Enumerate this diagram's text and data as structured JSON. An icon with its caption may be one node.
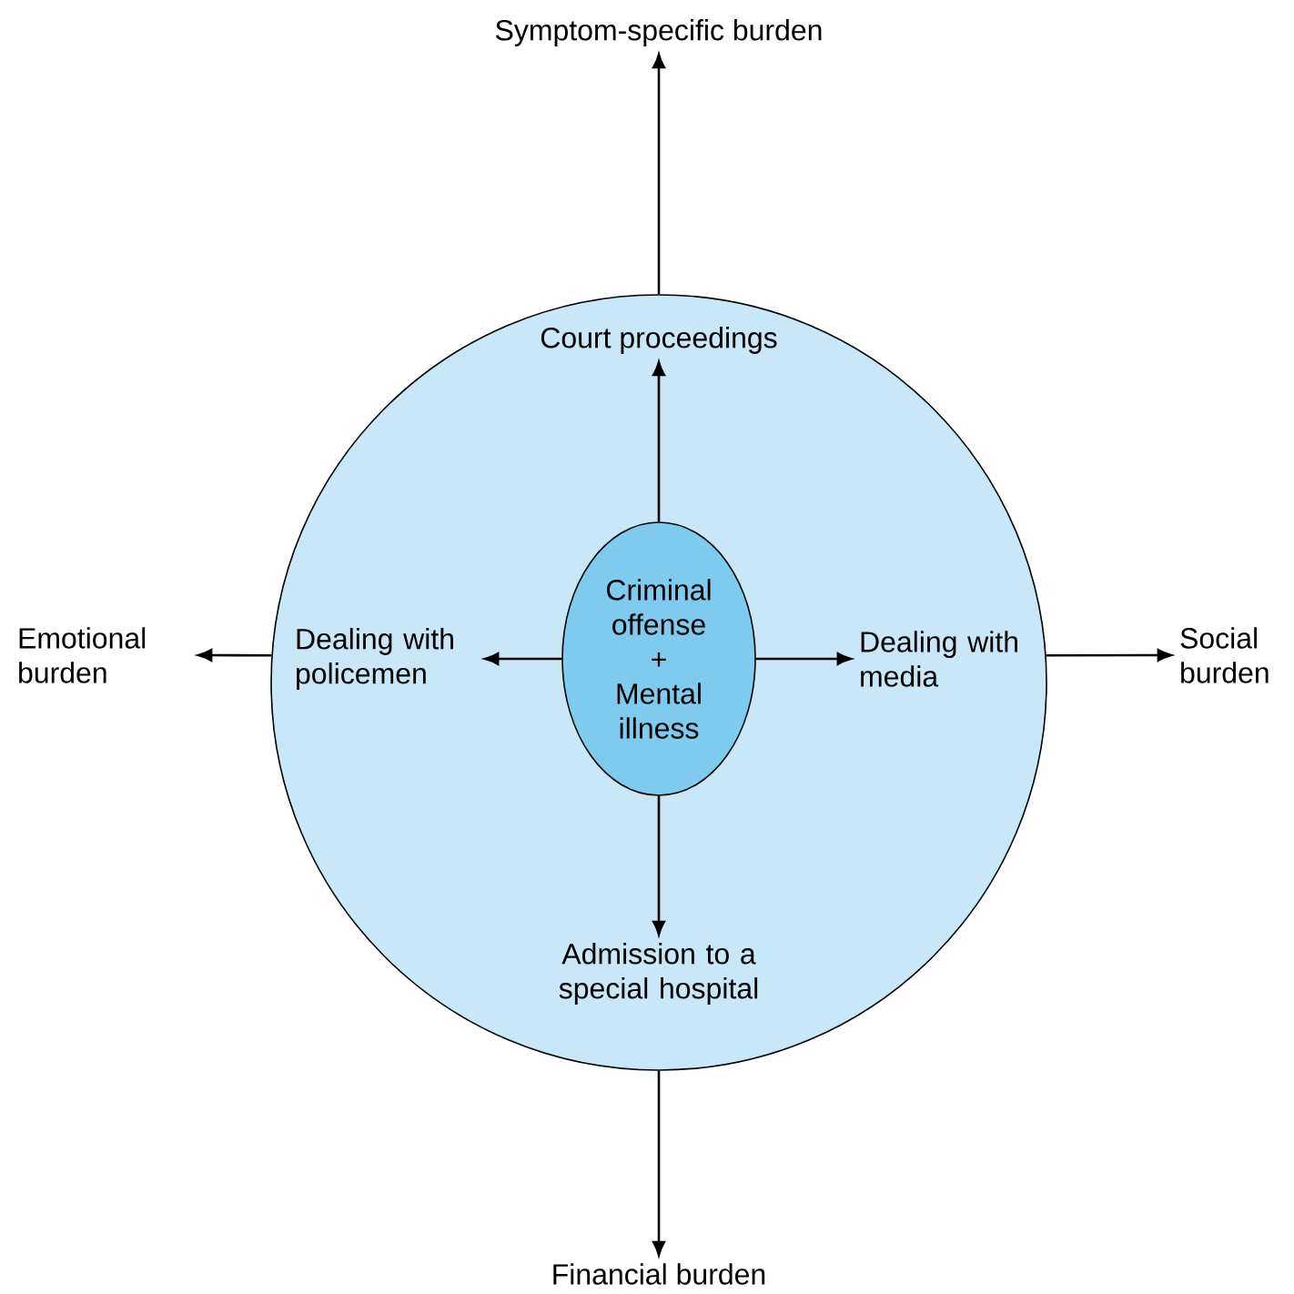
{
  "diagram": {
    "nodes": [
      {
        "text": [],
        "shape": "circle"
      },
      {
        "text": [
          "Criminal offense + Mental illness"
        ],
        "in": 0
      },
      {
        "text": [
          "Court proceedings"
        ],
        "in": 0
      },
      {
        "text": [
          "Dealing with policemen"
        ],
        "in": 0
      },
      {
        "text": [
          "Dealing with media"
        ],
        "in": 0
      },
      {
        "text": [
          "Admission to a special hospital"
        ],
        "in": 0
      },
      {
        "text": [
          "Symptom-specific burden"
        ]
      },
      {
        "text": [
          "Emotional burden"
        ]
      },
      {
        "text": [
          "Social burden"
        ]
      },
      {
        "text": [
          "Financial burden"
        ]
      }
    ],
    "edges": [
      {
        "from": 1,
        "to": 2,
        "arrow": "to"
      },
      {
        "from": 1,
        "to": 3,
        "arrow": "to"
      },
      {
        "from": 1,
        "to": 4,
        "arrow": "to"
      },
      {
        "from": 1,
        "to": 5,
        "arrow": "to"
      },
      {
        "from": 0,
        "to": 6,
        "arrow": "to"
      },
      {
        "from": 0,
        "to": 7,
        "arrow": "to"
      },
      {
        "from": 0,
        "to": 8,
        "arrow": "to"
      },
      {
        "from": 0,
        "to": 9,
        "arrow": "to"
      }
    ]
  }
}
